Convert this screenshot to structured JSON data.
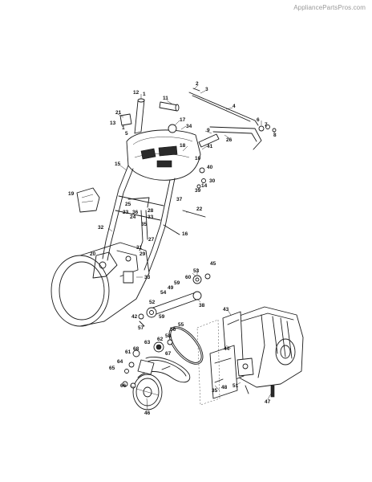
{
  "watermark": "AppliancePartsPros.com",
  "diagram": {
    "callouts": [
      {
        "label": "12"
      },
      {
        "label": "1"
      },
      {
        "label": "11"
      },
      {
        "label": "2"
      },
      {
        "label": "3"
      },
      {
        "label": "4"
      },
      {
        "label": "21"
      },
      {
        "label": "13"
      },
      {
        "label": "1"
      },
      {
        "label": "17"
      },
      {
        "label": "34"
      },
      {
        "label": "5"
      },
      {
        "label": "9"
      },
      {
        "label": "6"
      },
      {
        "label": "7"
      },
      {
        "label": "8"
      },
      {
        "label": "26"
      },
      {
        "label": "18"
      },
      {
        "label": "41"
      },
      {
        "label": "15"
      },
      {
        "label": "10"
      },
      {
        "label": "40"
      },
      {
        "label": "30"
      },
      {
        "label": "14"
      },
      {
        "label": "39"
      },
      {
        "label": "19"
      },
      {
        "label": "37"
      },
      {
        "label": "36"
      },
      {
        "label": "33"
      },
      {
        "label": "25"
      },
      {
        "label": "28"
      },
      {
        "label": "22"
      },
      {
        "label": "23"
      },
      {
        "label": "24"
      },
      {
        "label": "35"
      },
      {
        "label": "32"
      },
      {
        "label": "27"
      },
      {
        "label": "16"
      },
      {
        "label": "31"
      },
      {
        "label": "29"
      },
      {
        "label": "20"
      },
      {
        "label": "33"
      },
      {
        "label": "45"
      },
      {
        "label": "53"
      },
      {
        "label": "60"
      },
      {
        "label": "59"
      },
      {
        "label": "54"
      },
      {
        "label": "49"
      },
      {
        "label": "38"
      },
      {
        "label": "42"
      },
      {
        "label": "52"
      },
      {
        "label": "59"
      },
      {
        "label": "57"
      },
      {
        "label": "55"
      },
      {
        "label": "56"
      },
      {
        "label": "62"
      },
      {
        "label": "63"
      },
      {
        "label": "58"
      },
      {
        "label": "61"
      },
      {
        "label": "64"
      },
      {
        "label": "65"
      },
      {
        "label": "67"
      },
      {
        "label": "68"
      },
      {
        "label": "66"
      },
      {
        "label": "46"
      },
      {
        "label": "43"
      },
      {
        "label": "44"
      },
      {
        "label": "48"
      },
      {
        "label": "51"
      },
      {
        "label": "35"
      },
      {
        "label": "47"
      }
    ]
  }
}
